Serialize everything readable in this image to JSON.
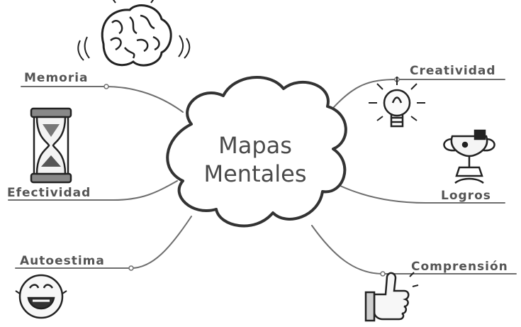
{
  "center": {
    "line1": "Mapas",
    "line2": "Mentales"
  },
  "branches": {
    "memoria": "Memoria",
    "creatividad": "Creatividad",
    "efectividad": "Efectividad",
    "logros": "Logros",
    "autoestima": "Autoestima",
    "comprension": "Comprensión"
  },
  "icons": {
    "memoria": "brain-icon",
    "creatividad": "light-bulb-icon",
    "efectividad": "hourglass-icon",
    "logros": "trophy-cartoon-icon",
    "autoestima": "laughing-face-icon",
    "comprension": "thumbs-up-icon"
  },
  "colors": {
    "line": "#6e6e6e",
    "ink": "#555555"
  }
}
